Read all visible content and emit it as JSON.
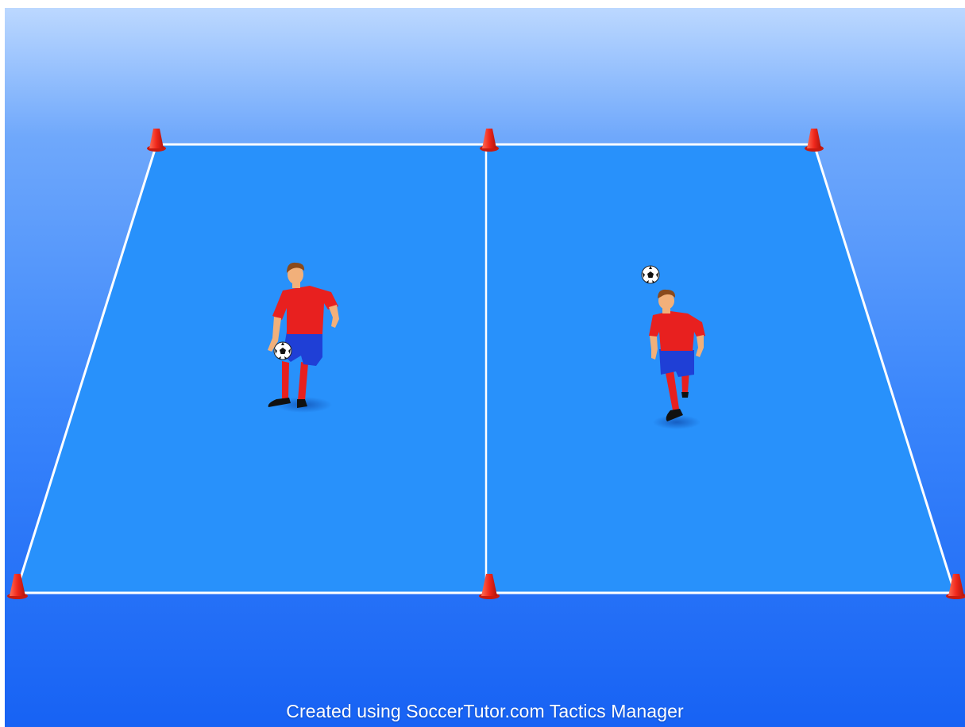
{
  "footer": {
    "credit": "Created using SoccerTutor.com Tactics Manager"
  },
  "colors": {
    "sky_top": "#b9d6ff",
    "sky_bottom": "#1d66f5",
    "pitch": "#2891fb",
    "lines": "#ffffff",
    "cone": "#ff3b2a",
    "shirt": "#e8201f",
    "shorts": "#1f3fd6",
    "socks": "#e8201f",
    "skin": "#f2b07a",
    "hair": "#8a4a1c"
  },
  "diagram": {
    "cones": 6,
    "players": [
      {
        "name": "player-left",
        "action": "juggling ball on thigh"
      },
      {
        "name": "player-right",
        "action": "heading ball"
      }
    ],
    "balls": 2
  }
}
